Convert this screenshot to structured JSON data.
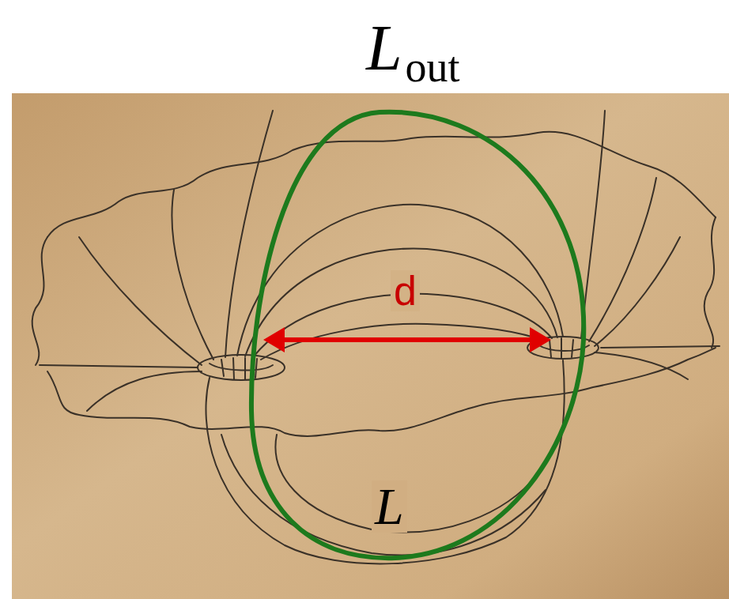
{
  "diagram": {
    "labels": [
      "L",
      "out",
      "d",
      "L"
    ]
  }
}
